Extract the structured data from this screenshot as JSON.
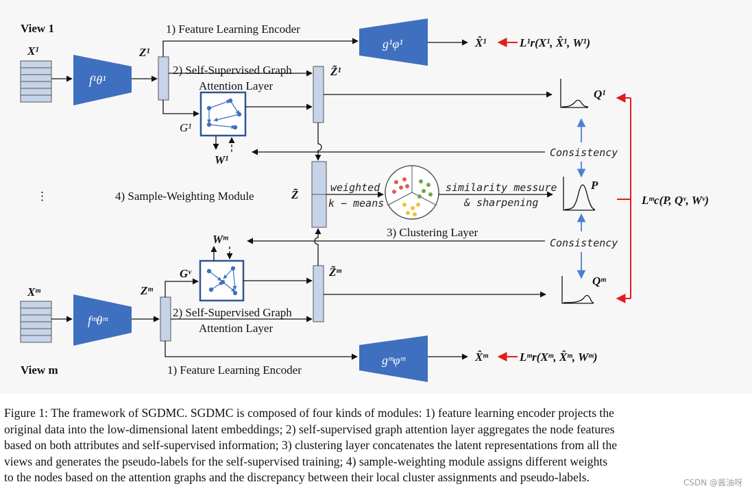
{
  "views": {
    "view1_label": "View 1",
    "viewm_label": "View m",
    "ellipsis": "⋮"
  },
  "inputs": {
    "x1": "X¹",
    "xm": "Xᵐ"
  },
  "encoders": {
    "f1": "f¹θ¹",
    "fm": "fᵐθᵐ",
    "g1": "g¹φ¹",
    "gm": "gᵐφᵐ"
  },
  "latent": {
    "z1": "Z¹",
    "zm": "Zᵐ",
    "zt1": "Z̃¹",
    "ztm": "Z̃ᵐ",
    "zt": "Z̃"
  },
  "graphs": {
    "g1": "G¹",
    "gv": "Gᵛ",
    "w1": "W¹",
    "wm": "Wᵐ"
  },
  "modules": {
    "fle_top": "1) Feature Learning Encoder",
    "fle_bottom": "1) Feature Learning Encoder",
    "gat_line1": "2) Self-Supervised Graph",
    "gat_line2": "Attention Layer",
    "clustering": "3) Clustering Layer",
    "sample_weighting": "4) Sample-Weighting Module"
  },
  "edge_labels": {
    "weighted": "weighted",
    "kmeans": "k − means",
    "similarity": "similarity messure",
    "sharpening": "& sharpening",
    "consistency": "Consistency"
  },
  "outputs": {
    "x1_hat": "X̂¹",
    "xm_hat": "X̂ᵐ",
    "q1": "Q¹",
    "qm": "Qᵐ",
    "p": "P",
    "loss_r1": "L¹r(X¹, X̂¹, W¹)",
    "loss_rm": "Lᵐr(Xᵐ, X̂ᵐ, Wᵐ)",
    "loss_c": "Lᵐc(P, Qᵛ, Wᵛ)"
  },
  "colors": {
    "encoder_blue": "#3f6fbf",
    "latent_fill": "#c7d3e8",
    "loss_red": "#e01e1e",
    "consistency_blue": "#4a7fd0"
  },
  "caption": {
    "line1": "Figure 1: The framework of SGDMC. SGDMC is composed of four kinds of modules: 1) feature learning encoder projects the",
    "line2": "original data into the low-dimensional latent embeddings; 2) self-supervised graph attention layer aggregates the node features",
    "line3": "based on both attributes and self-supervised information; 3) clustering layer concatenates the latent representations from all the",
    "line4": "views and generates the pseudo-labels for the self-supervised training; 4) sample-weighting module assigns different weights",
    "line5": "to the nodes based on the attention graphs and the discrepancy between their local cluster assignments and pseudo-labels."
  },
  "watermark": "CSDN @酱油呀"
}
